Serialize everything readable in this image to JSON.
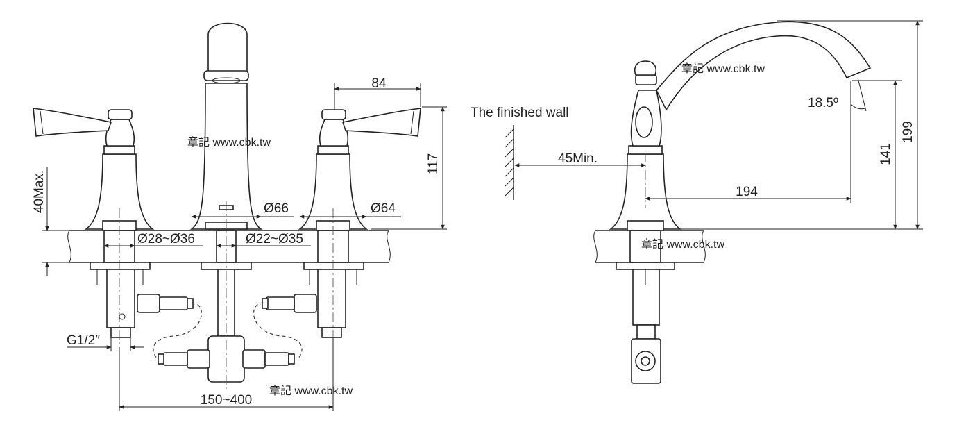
{
  "front_view": {
    "dim_spout_to_handle": "84",
    "dim_height": "117",
    "dim_deck_thickness": "40Max.",
    "dim_spout_base": "Ø66",
    "dim_handle_base": "Ø64",
    "dim_hole_handle": "Ø28~Ø36",
    "dim_hole_spout": "Ø22~Ø35",
    "dim_thread": "G1/2″",
    "dim_spread": "150~400"
  },
  "side_view": {
    "wall_label": "The finished wall",
    "dim_wall_clearance": "45Min.",
    "dim_reach": "194",
    "dim_outlet_height": "141",
    "dim_total_height": "199",
    "dim_angle": "18.5º"
  },
  "watermarks": {
    "front_center": "章記 www.cbk.tw",
    "front_bottom": "章記 www.cbk.tw",
    "side_top": "章記 www.cbk.tw",
    "side_deck": "章記 www.cbk.tw"
  }
}
